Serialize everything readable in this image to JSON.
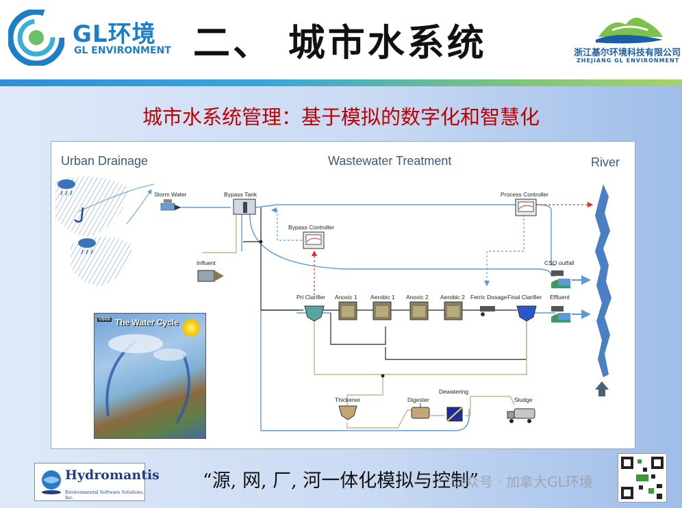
{
  "header": {
    "logo_cn": "GL环境",
    "logo_en": "GL ENVIRONMENT",
    "title": "二、 城市水系统",
    "company_cn": "浙江基尔环境科技有限公司",
    "company_en": "ZHEJIANG GL ENVIRONMENT"
  },
  "subtitle": "城市水系统管理：基于模拟的数字化和智慧化",
  "diagram": {
    "sections": {
      "urban": "Urban Drainage",
      "wwt": "Wastewater Treatment",
      "river": "River"
    },
    "nodes": {
      "storm_water": "Storm Water",
      "bypass_tank": "Bypass Tank",
      "bypass_controller": "Bypass Controller",
      "process_controller": "Process Controller",
      "influent": "Influent",
      "pri_clarifier": "Pri Clarifier",
      "anoxic1": "Anoxic 1",
      "aerobic1": "Aerobic 1",
      "anoxic2": "Anoxic 2",
      "aerobic2": "Aerobic 2",
      "ferric_dosage": "Ferric Dosage",
      "final_clarifier": "Final Clarifier",
      "effluent": "Effluent",
      "cso_outfall": "CSO outfall",
      "thickener": "Thickener",
      "digester": "Digester",
      "dewatering": "Dewatering",
      "sludge": "Sludge"
    },
    "water_cycle": {
      "title": "The Water Cycle",
      "badge": "USGS"
    }
  },
  "footer": {
    "brand": "Hydromantis",
    "brand_tag": "Environmental Software Solutions, Inc.",
    "quote": "“源, 网, 厂, 河一体化模拟与控制”",
    "watermark": "公众号 · 加拿大GL环境"
  },
  "colors": {
    "accent_blue": "#1e7ec5",
    "subtitle_red": "#c00000",
    "flow_blue": "#5b9bd5",
    "sludge_tan": "#c8b48a",
    "control_red": "#e0302a",
    "river_blue": "#4a7fc4"
  }
}
